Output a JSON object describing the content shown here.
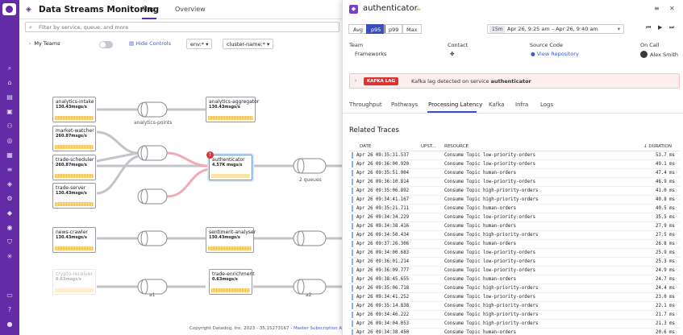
{
  "header": {
    "title": "Data Streams Monitoring",
    "tabs": [
      "Map",
      "Overview"
    ]
  },
  "filter": {
    "placeholder": "Filter by service, queue, and more"
  },
  "controls": {
    "my_teams": "My Teams",
    "hide_controls": "Hide Controls",
    "env": "env:*",
    "cluster": "cluster-name:*"
  },
  "map": {
    "services": [
      {
        "name": "analytics-intake",
        "rate": "130.43msgs/s"
      },
      {
        "name": "analytics-aggregator",
        "rate": "130.43msgs/s"
      },
      {
        "name": "market-watcher",
        "rate": "260.87msgs/s"
      },
      {
        "name": "trade-scheduler",
        "rate": "260.87msgs/s"
      },
      {
        "name": "trade-server",
        "rate": "130.43msgs/s"
      },
      {
        "name": "authenticator",
        "rate": "4.57K msgs/s"
      },
      {
        "name": "news-crawler",
        "rate": "130.43msgs/s"
      },
      {
        "name": "sentiment-analyser",
        "rate": "130.43msgs/s"
      },
      {
        "name": "trade-enrichment",
        "rate": "0.63msgs/s"
      },
      {
        "name": "crypto-receiver",
        "rate": "0.63msgs/s"
      }
    ],
    "queue_labels": {
      "analytics_points": "analytics-points",
      "two_queues": "2 queues",
      "a1": "a1",
      "a2": "a2"
    },
    "alert_marker": "!"
  },
  "footer": {
    "copyright": "Copyright Datadog, Inc. 2023 - 35.15273167 - ",
    "link": "Master Subscription Agree"
  },
  "panel": {
    "title": "authenticator",
    "stat_tabs": [
      "Avg",
      "p95",
      "p99",
      "Max"
    ],
    "selected_stat": "p95",
    "time_chip": "15m",
    "time_range": "Apr 26, 9:25 am – Apr 26, 9:40 am",
    "team_label": "Team",
    "team_value": "Frameworks",
    "contact_label": "Contact",
    "source_label": "Source Code",
    "source_link": "View Repository",
    "oncall_label": "On Call",
    "oncall_value": "Alex Smith",
    "banner_badge": "KAFKA LAG",
    "banner_text": "Kafka lag detected on service ",
    "banner_service": "authenticator",
    "tabs": [
      "Throughput",
      "Pathways",
      "Processing Latency",
      "Kafka",
      "Infra",
      "Logs"
    ],
    "active_tab": "Processing Latency",
    "related_title": "Related Traces",
    "columns": [
      "DATE",
      "UPST...",
      "RESOURCE",
      "DURATION"
    ],
    "traces": [
      {
        "date": "Apr 26 09:35:31.537",
        "resource": "Consume Topic low-priority-orders",
        "duration": "53.7 ms"
      },
      {
        "date": "Apr 26 09:36:00.920",
        "resource": "Consume Topic low-priority-orders",
        "duration": "49.1 ms"
      },
      {
        "date": "Apr 26 09:35:51.004",
        "resource": "Consume Topic human-orders",
        "duration": "47.4 ms"
      },
      {
        "date": "Apr 26 09:36:10.814",
        "resource": "Consume Topic low-priority-orders",
        "duration": "46.9 ms"
      },
      {
        "date": "Apr 26 09:35:06.892",
        "resource": "Consume Topic high-priority-orders",
        "duration": "41.0 ms"
      },
      {
        "date": "Apr 26 09:34:41.167",
        "resource": "Consume Topic high-priority-orders",
        "duration": "40.8 ms"
      },
      {
        "date": "Apr 26 09:35:21.711",
        "resource": "Consume Topic human-orders",
        "duration": "40.5 ms"
      },
      {
        "date": "Apr 26 09:34:34.229",
        "resource": "Consume Topic low-priority-orders",
        "duration": "35.5 ms"
      },
      {
        "date": "Apr 26 09:34:38.416",
        "resource": "Consume Topic human-orders",
        "duration": "27.9 ms"
      },
      {
        "date": "Apr 26 09:34:50.434",
        "resource": "Consume Topic high-priority-orders",
        "duration": "27.5 ms"
      },
      {
        "date": "Apr 26 09:37:26.306",
        "resource": "Consume Topic human-orders",
        "duration": "26.8 ms"
      },
      {
        "date": "Apr 26 09:34:00.683",
        "resource": "Consume Topic low-priority-orders",
        "duration": "25.9 ms"
      },
      {
        "date": "Apr 26 09:36:01.214",
        "resource": "Consume Topic low-priority-orders",
        "duration": "25.3 ms"
      },
      {
        "date": "Apr 26 09:36:09.777",
        "resource": "Consume Topic low-priority-orders",
        "duration": "24.9 ms"
      },
      {
        "date": "Apr 26 09:38:45.655",
        "resource": "Consume Topic human-orders",
        "duration": "24.7 ms"
      },
      {
        "date": "Apr 26 09:35:06.718",
        "resource": "Consume Topic high-priority-orders",
        "duration": "24.4 ms"
      },
      {
        "date": "Apr 26 09:34:41.252",
        "resource": "Consume Topic low-priority-orders",
        "duration": "23.0 ms"
      },
      {
        "date": "Apr 26 09:35:14.838",
        "resource": "Consume Topic high-priority-orders",
        "duration": "22.1 ms"
      },
      {
        "date": "Apr 26 09:34:46.222",
        "resource": "Consume Topic high-priority-orders",
        "duration": "21.7 ms"
      },
      {
        "date": "Apr 26 09:34:04.053",
        "resource": "Consume Topic high-priority-orders",
        "duration": "21.3 ms"
      },
      {
        "date": "Apr 26 09:34:38.450",
        "resource": "Consume Topic human-orders",
        "duration": "20.6 ms"
      }
    ]
  },
  "colors": {
    "brand": "#632ca6",
    "accent": "#3a4ec0",
    "alert": "#dd3333",
    "throughput": "#f0c060"
  },
  "icons": [
    "datadog-logo-icon",
    "search-icon",
    "filter-icon",
    "kafka-icon",
    "slack-icon",
    "github-icon",
    "calendar-icon",
    "filter-settings-icon",
    "close-icon"
  ]
}
